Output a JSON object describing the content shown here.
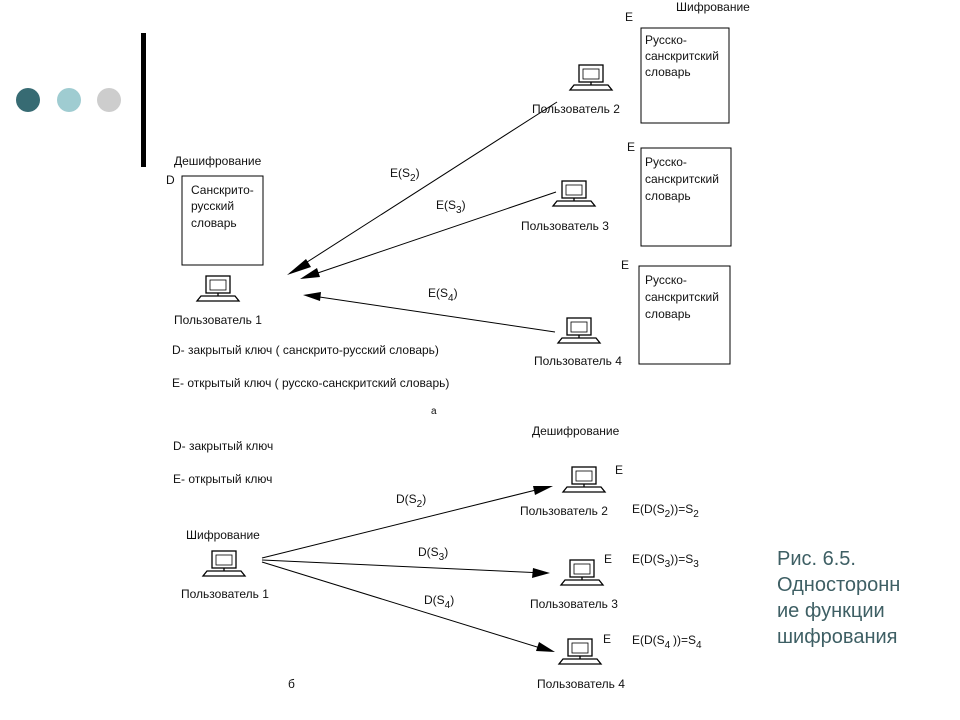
{
  "colors": {
    "dot1": "#376b73",
    "dot2": "#9fccd1",
    "dot3": "#cdcdcd",
    "caption": "#3e5f64"
  },
  "caption": [
    "Рис. 6.5.",
    "Односторонн",
    "ие функции",
    "шифрования"
  ],
  "icons": [
    "computer-icon"
  ],
  "a": {
    "section_label": "а",
    "decrypt_title": "Дешифрование",
    "d_letter": "D",
    "receiver_box": [
      "Санскрито-",
      "русский",
      "словарь"
    ],
    "receiver": "Пользователь 1",
    "legend_d": "D- закрытый ключ ( санскрито-русский словарь)",
    "legend_e": "E- открытый ключ ( русско-санскритский словарь)",
    "encrypt_title": "Шифрование",
    "senders": [
      {
        "name": "Пользователь 2",
        "e": "E",
        "box": [
          "Русско-",
          "санскритский",
          "словарь"
        ],
        "arrow": {
          "base": "E(S",
          "sub": "2",
          "tail": ")"
        }
      },
      {
        "name": "Пользователь 3",
        "e": "E",
        "box": [
          "Русско-",
          "санскритский",
          "словарь"
        ],
        "arrow": {
          "base": "E(S",
          "sub": "3",
          "tail": ")"
        }
      },
      {
        "name": "Пользователь 4",
        "e": "E",
        "box": [
          "Русско-",
          "санскритский",
          "словарь"
        ],
        "arrow": {
          "base": "E(S",
          "sub": "4",
          "tail": ")"
        }
      }
    ]
  },
  "b": {
    "section_label": "б",
    "legend_d": "D- закрытый ключ",
    "legend_e": "E- открытый ключ",
    "decrypt_title": "Дешифрование",
    "sender_title": "Шифрование",
    "sender": "Пользователь 1",
    "receivers": [
      {
        "name": "Пользователь 2",
        "e": "E",
        "arrow": {
          "base": "D(S",
          "sub": "2",
          "tail": ")"
        },
        "result": {
          "pre": "E(D(S",
          "sub": "2",
          "mid": "))=S",
          "sub2": "2"
        }
      },
      {
        "name": "Пользователь 3",
        "e": "E",
        "arrow": {
          "base": "D(S",
          "sub": "3",
          "tail": ")"
        },
        "result": {
          "pre": "E(D(S",
          "sub": "3",
          "mid": "))=S",
          "sub2": "3"
        }
      },
      {
        "name": "Пользователь 4",
        "e": "E",
        "arrow": {
          "base": "D(S",
          "sub": "4",
          "tail": ")"
        },
        "result": {
          "pre": "E(D(S",
          "sub": "4 ",
          "mid": "))=S",
          "sub2": "4"
        }
      }
    ]
  }
}
